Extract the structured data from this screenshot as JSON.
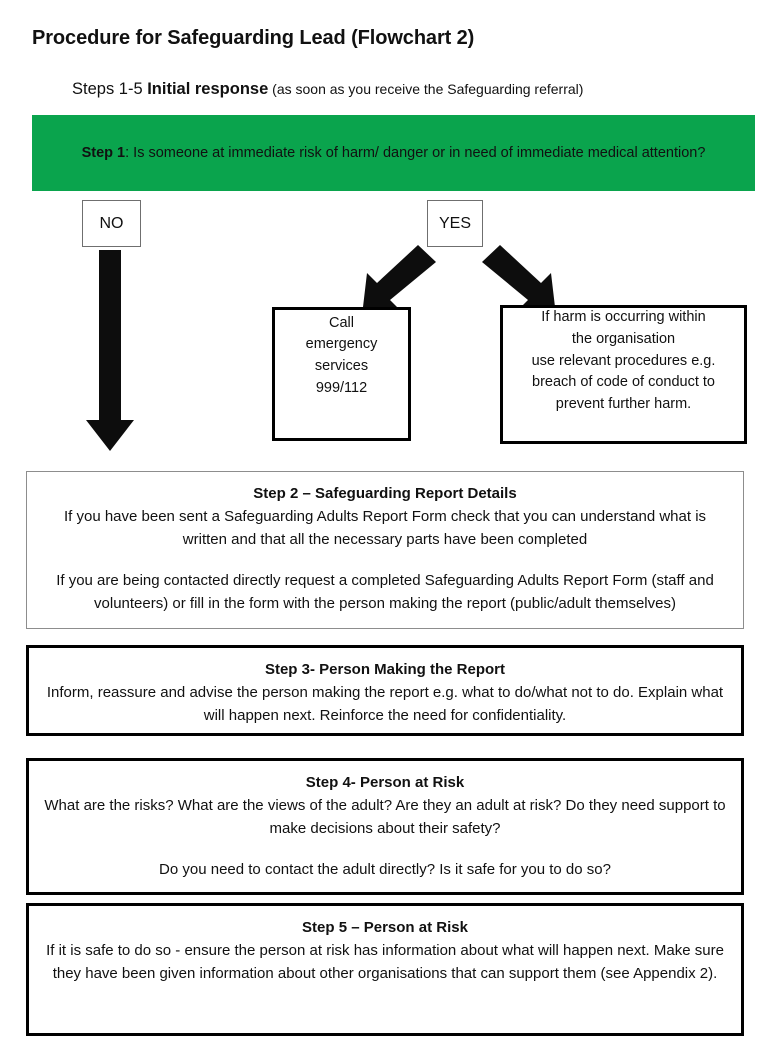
{
  "document": {
    "title": "Procedure for Safeguarding Lead (Flowchart 2)",
    "subtitle": {
      "prefix": "Steps 1-5 ",
      "emphasis": "Initial response",
      "suffix": " (as soon as you receive the Safeguarding referral)"
    }
  },
  "colors": {
    "step1_green": "#0aa44d",
    "border_black": "#000000",
    "border_grey": "#8d8d8d",
    "text": "#111111",
    "page_background": "#ffffff"
  },
  "step1": {
    "label": "Step 1",
    "separator": ": ",
    "question": "Is someone at immediate risk of harm/ danger or in need of immediate medical attention?"
  },
  "branches": {
    "no_label": "NO",
    "yes_label": "YES",
    "call_emergency": "Call\nemergency\nservices\n999/112",
    "harm_in_organisation": "If harm is occurring within\nthe organisation\nuse relevant procedures e.g.\nbreach of code of conduct to\nprevent further harm."
  },
  "steps": [
    {
      "id": "step-2",
      "title": "Step 2 – Safeguarding Report Details",
      "paragraphs": [
        "If you have been sent a Safeguarding Adults Report Form check that you can understand what is written and that all the necessary parts have been completed",
        "If you are being contacted directly request a completed Safeguarding Adults Report Form (staff and volunteers) or fill in the form with the person making the report (public/adult themselves)"
      ]
    },
    {
      "id": "step-3",
      "title": "Step 3- Person Making the Report",
      "paragraphs": [
        "Inform, reassure and advise the person making the report e.g. what to do/what not to do.  Explain what will happen next.  Reinforce the need for confidentiality."
      ]
    },
    {
      "id": "step-4",
      "title": "Step 4- Person at Risk",
      "paragraphs": [
        "What are the risks? What are the views of the adult? Are they an adult at risk? Do they need support to make decisions about their safety?",
        "Do you need to contact the adult directly?  Is it safe for you to do so?"
      ]
    },
    {
      "id": "step-5",
      "title": "Step 5 – Person at Risk",
      "paragraphs": [
        "If it is safe to do so - ensure the person at risk has information about what will happen next. Make sure they have been given information about other organisations that can support them (see Appendix 2)."
      ]
    }
  ]
}
